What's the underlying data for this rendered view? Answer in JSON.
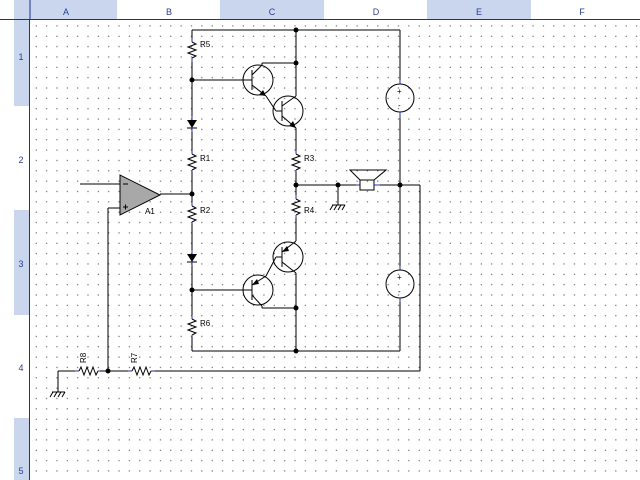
{
  "sheet": {
    "columns": [
      "A",
      "B",
      "C",
      "D",
      "E",
      "F"
    ],
    "rows": [
      "1",
      "2",
      "3",
      "4",
      "5"
    ],
    "colors": {
      "background": "#ffffff",
      "grid_dots": "#2a2a2a",
      "ruler_band_light": "#ffffff",
      "ruler_band_dark": "#c9d6ee",
      "ruler_text": "#2c3d8f",
      "ruler_line": "#1f2f9a",
      "wire": "#000000",
      "pin_wire": "#1f2fb5",
      "amp_fill": "#a8a8a8"
    }
  },
  "components": {
    "resistors": [
      {
        "ref": "R5"
      },
      {
        "ref": "R1"
      },
      {
        "ref": "R2"
      },
      {
        "ref": "R6"
      },
      {
        "ref": "R3"
      },
      {
        "ref": "R4"
      },
      {
        "ref": "R8"
      },
      {
        "ref": "R7"
      }
    ],
    "amplifier": {
      "ref": "A1"
    },
    "transistors": [
      {
        "type": "npn"
      },
      {
        "type": "npn"
      },
      {
        "type": "pnp"
      },
      {
        "type": "pnp"
      }
    ],
    "diodes": [
      {
        "ref": ""
      },
      {
        "ref": ""
      }
    ],
    "sources": [
      {
        "polarity": "+/-"
      },
      {
        "polarity": "+/-"
      }
    ],
    "speaker": {
      "ref": ""
    },
    "grounds": [
      {
        "ref": ""
      },
      {
        "ref": ""
      }
    ]
  }
}
